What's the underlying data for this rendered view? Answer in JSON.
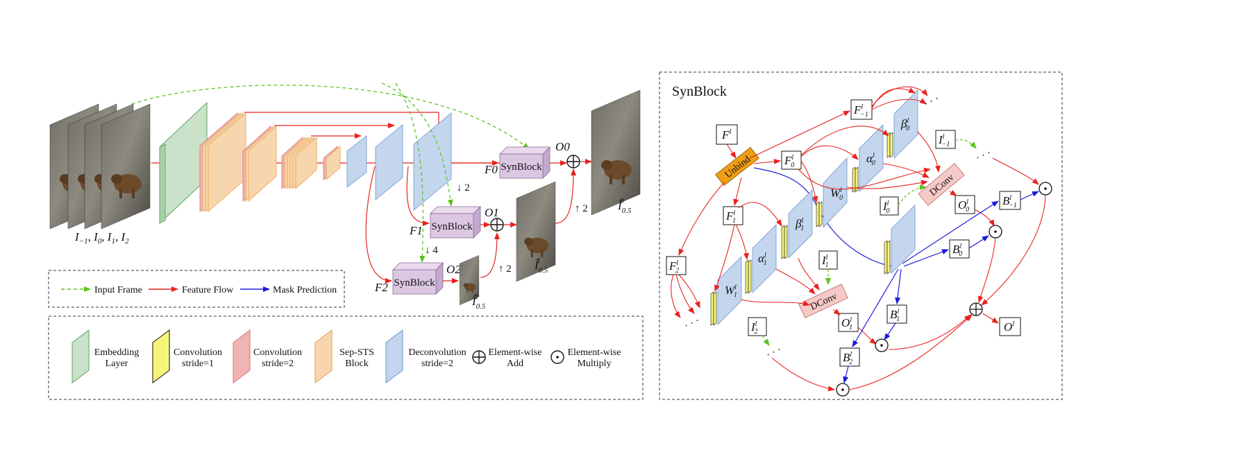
{
  "main": {
    "input_label": "I−1, I0, I1, I2",
    "synblock_label": "SynBlock",
    "F0": "F0",
    "F1": "F1",
    "F2": "F2",
    "O0": "O0",
    "O1": "O1",
    "O2": "O2",
    "down2": "↓ 2",
    "down4": "↓ 4",
    "up2": "↑ 2",
    "out0": "Î0.5 ⁰",
    "out1": "Î0.5 ¹",
    "out2": "Î0.5 ²"
  },
  "legend_flow": {
    "input_frame": "Input Frame",
    "feature_flow": "Feature Flow",
    "mask_prediction": "Mask Prediction"
  },
  "legend_blocks": [
    {
      "line1": "Embedding",
      "line2": "Layer",
      "color": "#c9e2c9"
    },
    {
      "line1": "Convolution",
      "line2": "stride=1",
      "color": "#f5f57a"
    },
    {
      "line1": "Convolution",
      "line2": "stride=2",
      "color": "#f1b3b3"
    },
    {
      "line1": "Sep-STS",
      "line2": "Block",
      "color": "#f8d6ad"
    },
    {
      "line1": "Deconvolution",
      "line2": "stride=2",
      "color": "#c3d6ee"
    },
    {
      "line1": "Element-wise",
      "line2": "Add",
      "color": ""
    },
    {
      "line1": "Element-wise",
      "line2": "Multiply",
      "color": ""
    }
  ],
  "synblock_panel": {
    "title": "SynBlock",
    "unbind": "Unbind",
    "dconv": "DConv",
    "Fl": "Fl",
    "F-1": "F−1 l",
    "F0": "F0 l",
    "F1": "F1 l",
    "F2": "F2 l",
    "W0": "W0 l",
    "W1": "W1 l",
    "alpha0": "α0 l",
    "alpha1": "α1 l",
    "beta0": "β0 l",
    "beta1": "β1 l",
    "I-1": "I−1 l",
    "I0": "I0 l",
    "I1": "I1 l",
    "I2": "I2 l",
    "O0": "O0 l",
    "O1": "O1 l",
    "Ol": "Ol",
    "B-1": "B−1 l",
    "B0": "B0 l",
    "B1": "B1 l",
    "B2": "B2 l",
    "ellipsis": "· · ·"
  },
  "colors": {
    "feature": "#e8221e",
    "input": "#5cc21e",
    "mask": "#1b1bd9",
    "embed": "#c9e2c9",
    "conv1": "#f5f57a",
    "conv2": "#f1b3b3",
    "sts": "#f8d6ad",
    "deconv": "#c3d6ee",
    "syn": "#dcc7e3",
    "unbind": "#ef9d16",
    "dconv": "#f5c9c6"
  }
}
